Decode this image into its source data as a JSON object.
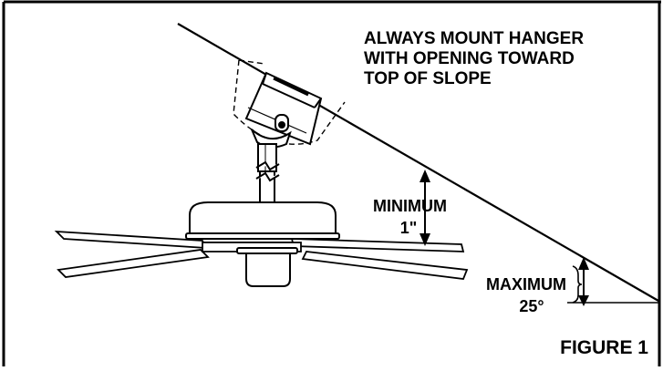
{
  "instruction": {
    "lines": [
      "ALWAYS MOUNT HANGER",
      "WITH OPENING TOWARD",
      "TOP OF SLOPE"
    ]
  },
  "minimum": {
    "label": "MINIMUM",
    "value": "1\""
  },
  "maximum": {
    "label": "MAXIMUM",
    "value": "25°"
  },
  "figure_label": "FIGURE 1"
}
